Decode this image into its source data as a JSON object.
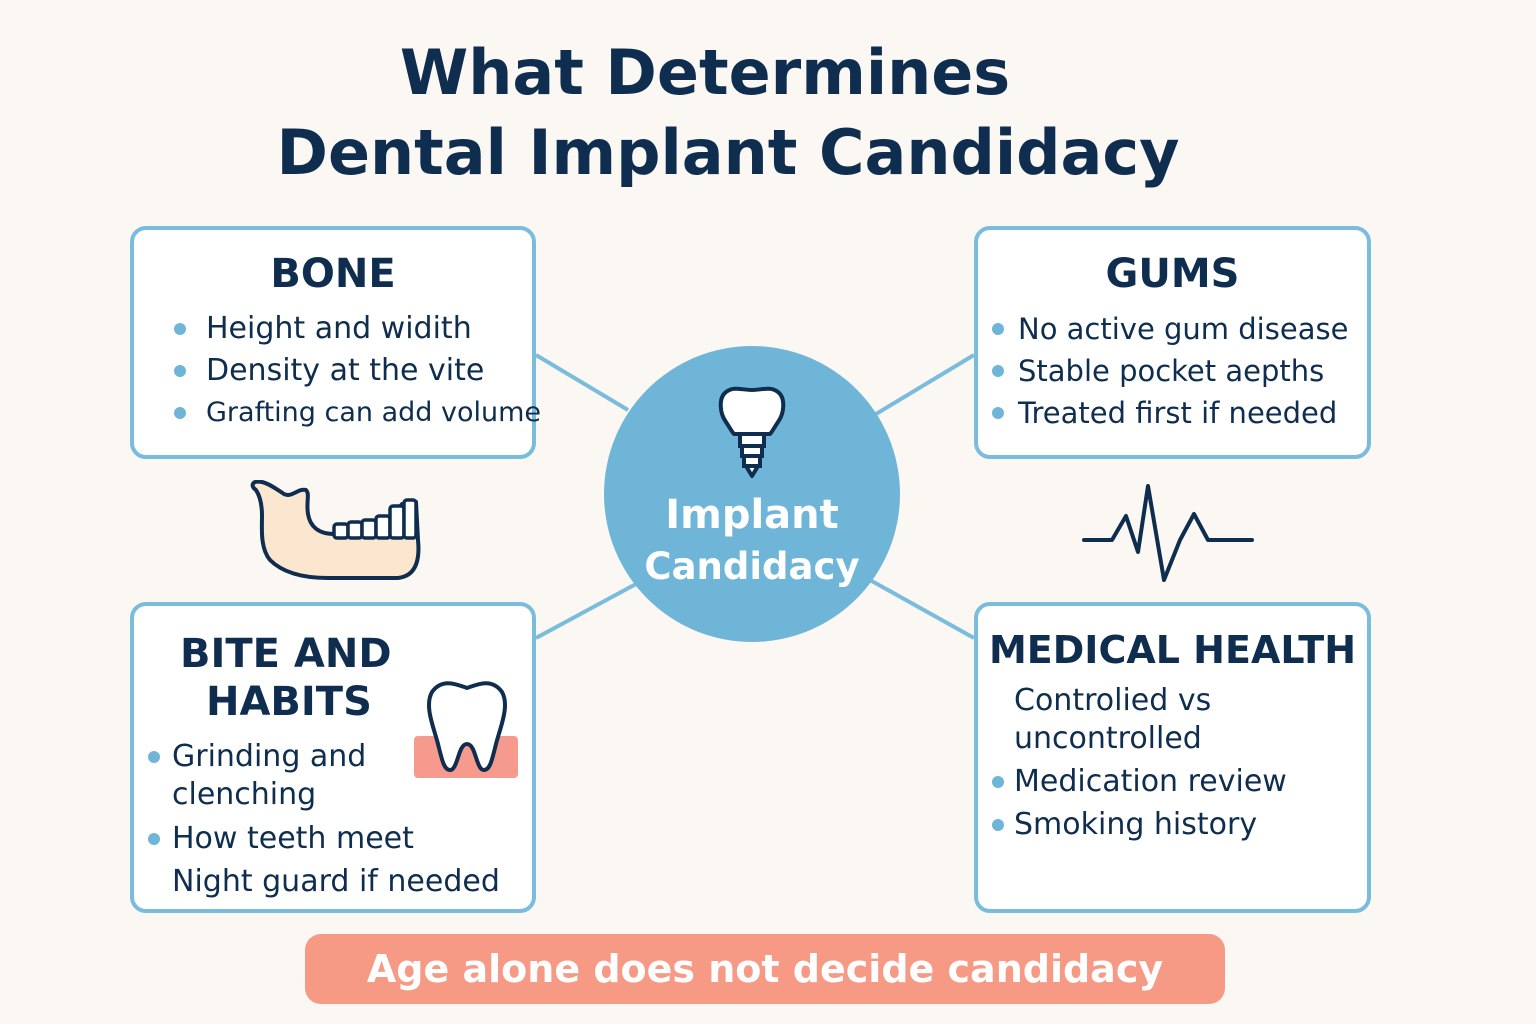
{
  "title": {
    "line1": "What Determines",
    "line2": "Dental Implant Candidacy"
  },
  "center": {
    "line1": "Implant",
    "line2": "Candidacy",
    "icon": "dental-implant-icon"
  },
  "cards": {
    "bone": {
      "title": "BONE",
      "items": [
        "Height and widith",
        "Density at the vite",
        "Grafting can add volume"
      ],
      "icon": "jawbone-icon"
    },
    "gums": {
      "title": "GUMS",
      "items": [
        "No active gum disease",
        "Stable pocket aepths",
        "Treated first if needed"
      ],
      "icon": "heartbeat-icon"
    },
    "bite": {
      "title_line1": "BITE AND",
      "title_line2": "HABITS",
      "items": [
        "Grinding and",
        "clenching",
        "How teeth meet",
        "Night guard if needed"
      ],
      "icon": "tooth-gum-icon"
    },
    "medical": {
      "title": "MEDICAL HEALTH",
      "items": [
        "Controlied vs",
        "uncontrolled",
        "Medication review",
        "Smoking history"
      ]
    }
  },
  "banner": {
    "text": "Age alone does not decide candidacy"
  },
  "colors": {
    "navy": "#0f2d4f",
    "accent_blue": "#6fb5d7",
    "border_blue": "#79bcdb",
    "banner_coral": "#f69a85",
    "gum_pink": "#f59a8c",
    "bone_fill": "#fbe6cf",
    "background": "#fbf7f3"
  }
}
